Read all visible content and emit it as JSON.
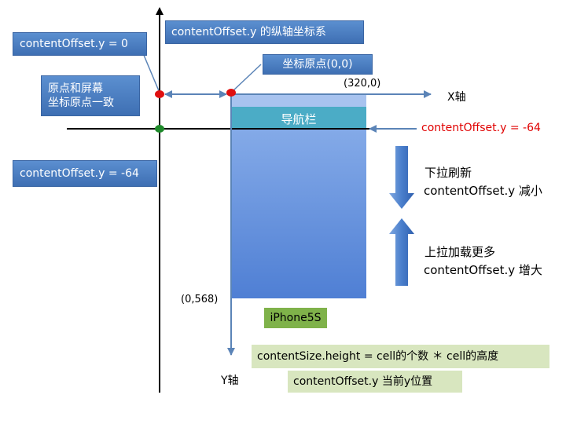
{
  "labels": {
    "content_offset_y_axis": "contentOffset.y   的纵轴坐标系",
    "offset_zero": "contentOffset.y   = 0",
    "coordinate_origin": "坐标原点(0,0)",
    "origin_coincide_line1": "原点和屏幕",
    "origin_coincide_line2": "坐标原点一致",
    "point_320": "(320,0)",
    "x_axis": "X轴",
    "nav_bar": "导航栏",
    "offset_red": "contentOffset.y = -64",
    "offset_minus64": "contentOffset.y   = -64",
    "pull_down_line1": "下拉刷新",
    "pull_down_line2": "contentOffset.y  减小",
    "pull_up_line1": "上拉加载更多",
    "pull_up_line2": "contentOffset.y  增大",
    "point_568": "(0,568)",
    "iphone": "iPhone5S",
    "content_size": "contentSize.height   = cell的个数  ＊  cell的高度",
    "y_axis": "Y轴",
    "current_y": "contentOffset.y  当前y位置"
  },
  "colors": {
    "blue_box": "#4a7fc1",
    "green_box": "#d8e6bf",
    "iphone_box": "#7fb24a",
    "nav_bar": "#4bacc6",
    "red_text": "#e00000",
    "red_dot": "#e01010",
    "green_dot": "#1e8a2a"
  }
}
